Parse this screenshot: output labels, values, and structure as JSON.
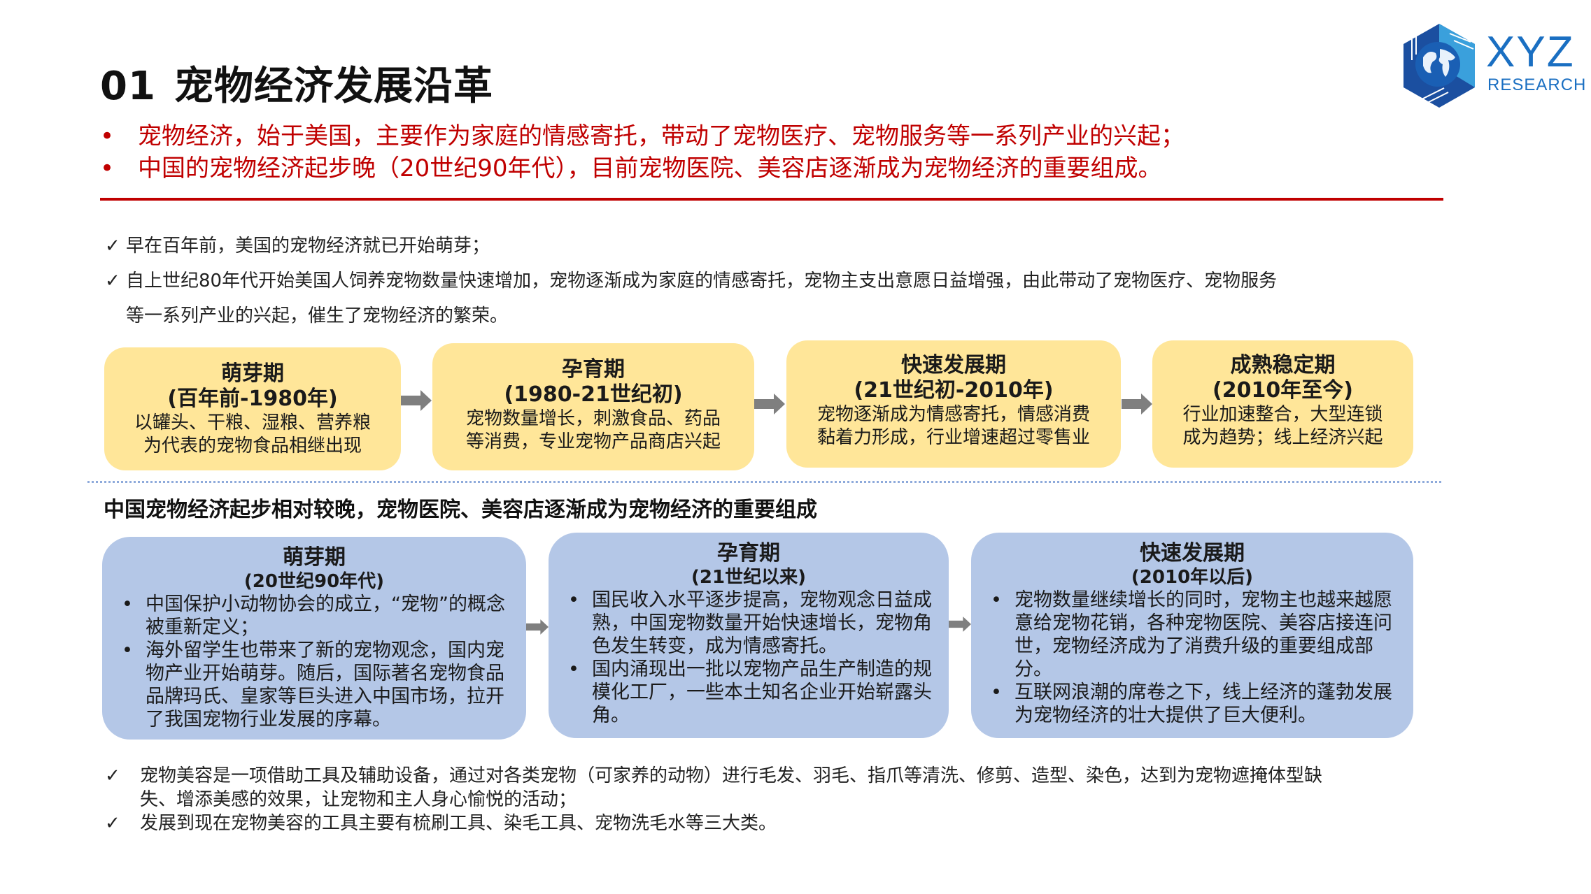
{
  "header": {
    "number": "01",
    "title": "宠物经济发展沿革"
  },
  "logo": {
    "name": "XYZ",
    "sub": "RESEARCH",
    "icon": "globe-hexagon-icon",
    "colors": {
      "primary": "#1a6fc2",
      "light": "#3aa0dc",
      "dark": "#1b4fa0"
    }
  },
  "key_points": [
    {
      "bullet": "•",
      "text": "宠物经济，始于美国，主要作为家庭的情感寄托，带动了宠物医疗、宠物服务等一系列产业的兴起；"
    },
    {
      "bullet": "•",
      "text": "中国的宠物经济起步晚（20世纪90年代），目前宠物医院、美容店逐渐成为宠物经济的重要组成。"
    }
  ],
  "us_notes": [
    {
      "check": "✓",
      "text": "早在百年前，美国的宠物经济就已开始萌芽；"
    },
    {
      "check": "✓",
      "text": "自上世纪80年代开始美国人饲养宠物数量快速增加，宠物逐渐成为家庭的情感寄托，宠物主支出意愿日益增强，由此带动了宠物医疗、宠物服务"
    },
    {
      "check": "",
      "text": "等一系列产业的兴起，催生了宠物经济的繁荣。"
    }
  ],
  "us_timeline": [
    {
      "stage": "萌芽期",
      "period": "(百年前-1980年)",
      "lines": [
        "以罐头、干粮、湿粮、营养粮",
        "为代表的宠物食品相继出现"
      ]
    },
    {
      "stage": "孕育期",
      "period": "(1980-21世纪初)",
      "lines": [
        "宠物数量增长，刺激食品、药品",
        "等消费，专业宠物产品商店兴起"
      ]
    },
    {
      "stage": "快速发展期",
      "period": "(21世纪初-2010年)",
      "lines": [
        "宠物逐渐成为情感寄托，情感消费",
        "黏着力形成，行业增速超过零售业"
      ]
    },
    {
      "stage": "成熟稳定期",
      "period": "(2010年至今)",
      "lines": [
        "行业加速整合，大型连锁",
        "成为趋势；线上经济兴起"
      ]
    }
  ],
  "china_section": {
    "heading": "中国宠物经济起步相对较晚，宠物医院、美容店逐渐成为宠物经济的重要组成",
    "timeline": [
      {
        "stage": "萌芽期",
        "period": "(20世纪90年代)",
        "bullets": [
          "中国保护小动物协会的成立，“宠物”的概念被重新定义；",
          "海外留学生也带来了新的宠物观念，国内宠物产业开始萌芽。随后，国际著名宠物食品品牌玛氏、皇家等巨头进入中国市场，拉开了我国宠物行业发展的序幕。"
        ]
      },
      {
        "stage": "孕育期",
        "period": "(21世纪以来)",
        "bullets": [
          "国民收入水平逐步提高，宠物观念日益成熟，中国宠物数量开始快速增长，宠物角色发生转变，成为情感寄托。",
          "国内涌现出一批以宠物产品生产制造的规模化工厂，一些本土知名企业开始崭露头角。"
        ]
      },
      {
        "stage": "快速发展期",
        "period": "(2010年以后)",
        "bullets": [
          "宠物数量继续增长的同时，宠物主也越来越愿意给宠物花销，各种宠物医院、美容店接连问世，宠物经济成为了消费升级的重要组成部分。",
          "互联网浪潮的席卷之下，线上经济的蓬勃发展为宠物经济的壮大提供了巨大便利。"
        ]
      }
    ]
  },
  "grooming_notes": [
    {
      "check": "✓",
      "text": "宠物美容是一项借助工具及辅助设备，通过对各类宠物（可家养的动物）进行毛发、羽毛、指爪等清洗、修剪、造型、染色，达到为宠物遮掩体型缺\n失、增添美感的效果，让宠物和主人身心愉悦的活动；"
    },
    {
      "check": "✓",
      "text": "发展到现在宠物美容的工具主要有梳刷工具、染毛工具、宠物洗毛水等三大类。"
    }
  ],
  "colors": {
    "accent_red": "#c00000",
    "us_box": "#ffe699",
    "cn_box": "#b4c7e7",
    "arrow": "#7f7f7f",
    "divider": "#8eaadb"
  }
}
